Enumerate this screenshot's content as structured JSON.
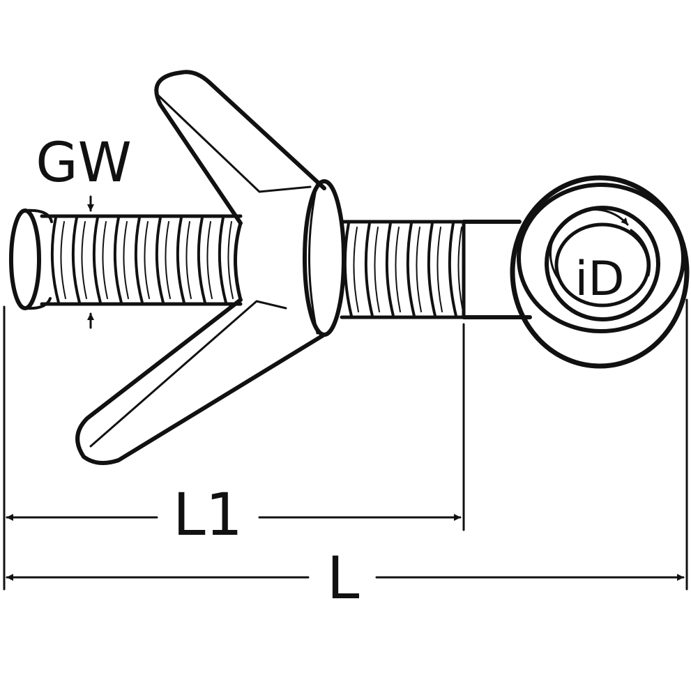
{
  "labels": {
    "thread": "GW",
    "inner_diameter": "iD",
    "length_1": "L1",
    "length_total": "L"
  },
  "colors": {
    "line": "#111111",
    "background": "#ffffff"
  }
}
